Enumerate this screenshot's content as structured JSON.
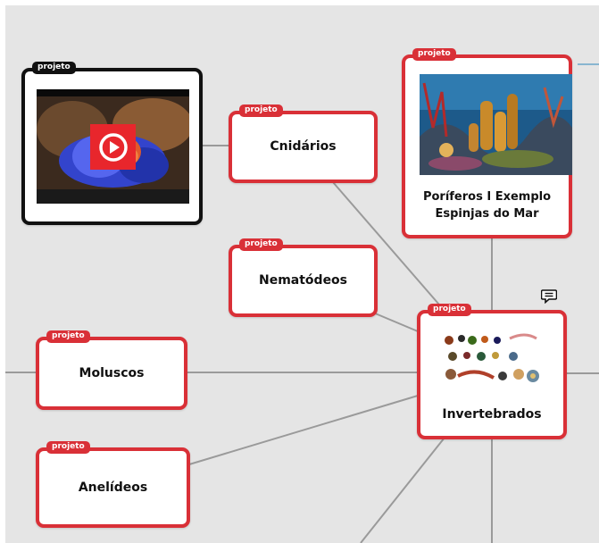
{
  "tag_label": "projeto",
  "nodes": {
    "video": {
      "tag": "projeto"
    },
    "cnidarios": {
      "tag": "projeto",
      "label": "Cnidários"
    },
    "poriferos": {
      "tag": "projeto",
      "label_line1": "Poríferos I Exemplo",
      "label_line2": "Espinjas do Mar"
    },
    "nematodeos": {
      "tag": "projeto",
      "label": "Nematódeos"
    },
    "invertebrados": {
      "tag": "projeto",
      "label": "Invertebrados"
    },
    "moluscos": {
      "tag": "projeto",
      "label": "Moluscos"
    },
    "anelideos": {
      "tag": "projeto",
      "label": "Anelídeos"
    }
  },
  "icons": {
    "play": "play-icon",
    "comment": "comment-icon"
  },
  "colors": {
    "accent": "#d93037",
    "canvas": "#e5e5e5",
    "link": "#9a9a9a",
    "video_border": "#111111"
  }
}
